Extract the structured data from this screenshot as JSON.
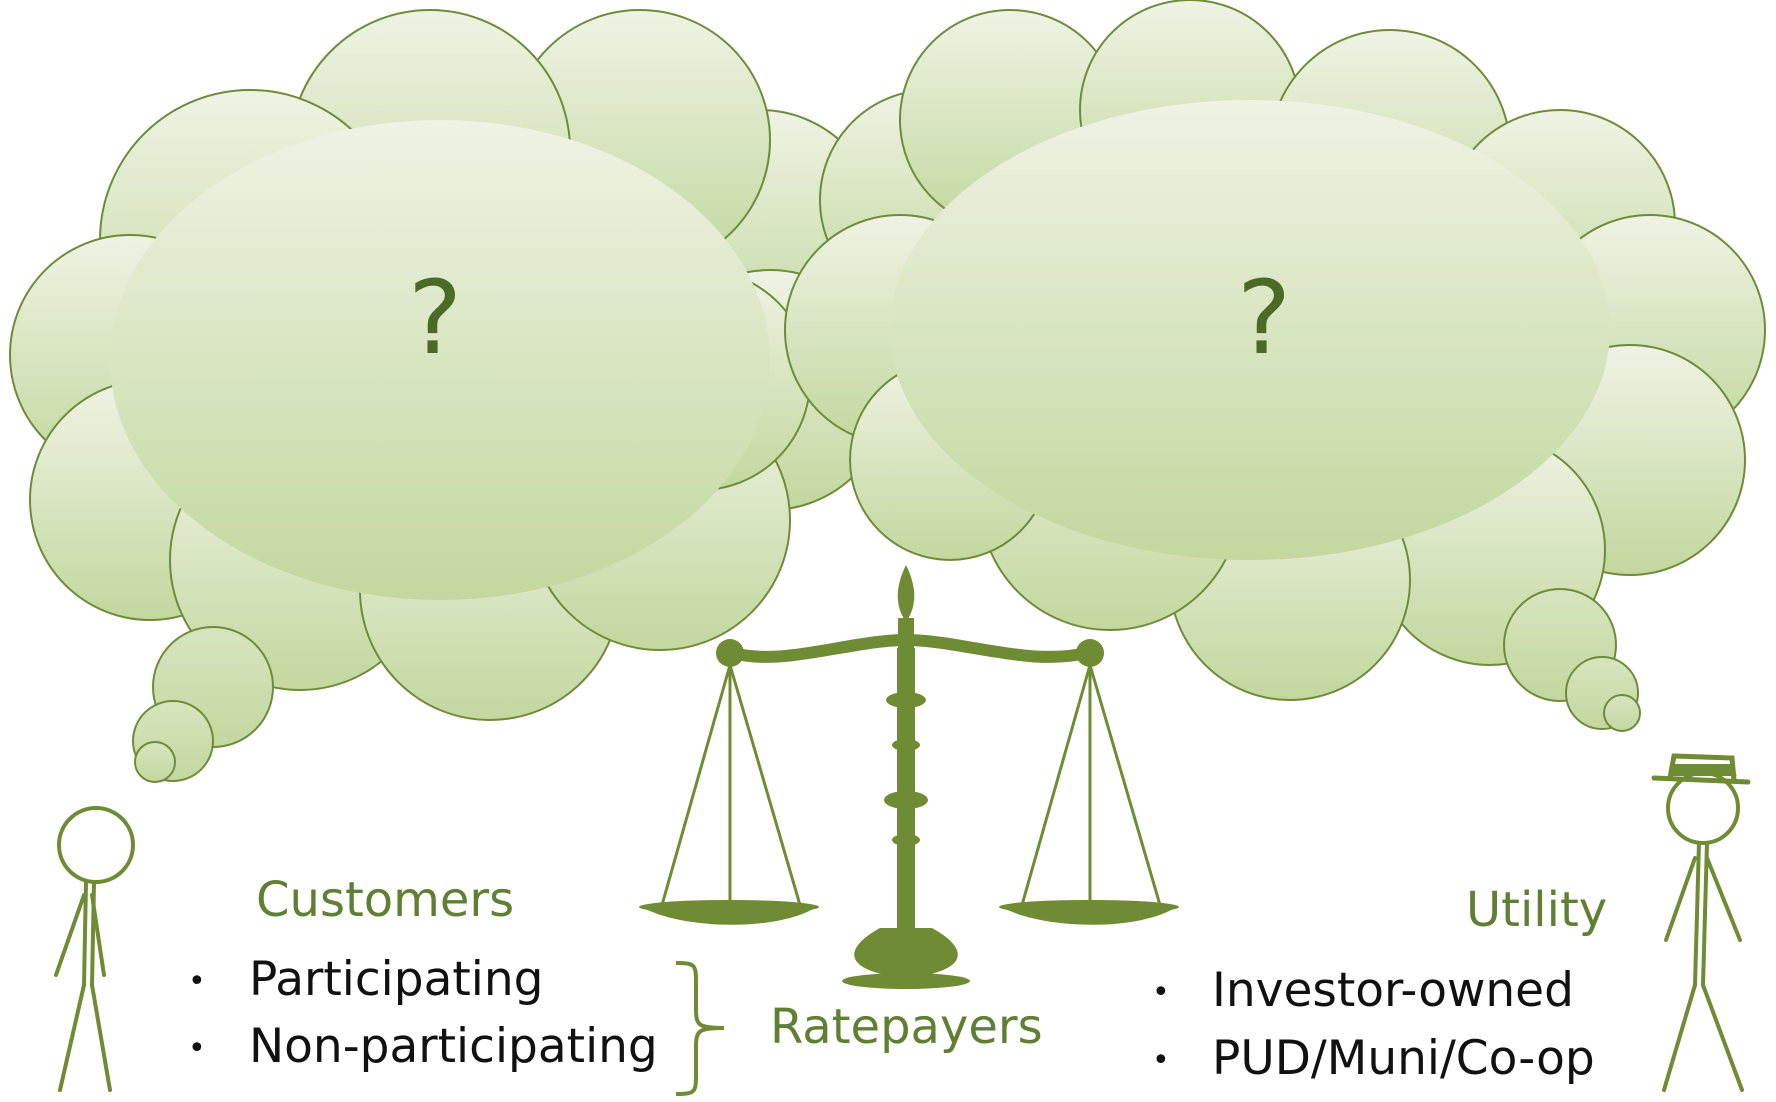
{
  "colors": {
    "cloud_outline": "#6f8b3a",
    "cloud_fill_top": "#eef3e4",
    "cloud_fill_bottom": "#c3d79e",
    "accent_green": "#6f8b33",
    "heading_green": "#5f7f33",
    "text": "#111111"
  },
  "left_cloud": {
    "symbol": "?"
  },
  "right_cloud": {
    "symbol": "?"
  },
  "customers": {
    "heading": "Customers",
    "items": [
      "Participating",
      "Non-participating"
    ],
    "group_label": "Ratepayers"
  },
  "utility": {
    "heading": "Utility",
    "items": [
      "Investor-owned",
      "PUD/Muni/Co-op"
    ]
  },
  "icons": [
    "stick-figure-customer-icon",
    "scales-of-justice-icon",
    "stick-figure-utility-icon"
  ]
}
